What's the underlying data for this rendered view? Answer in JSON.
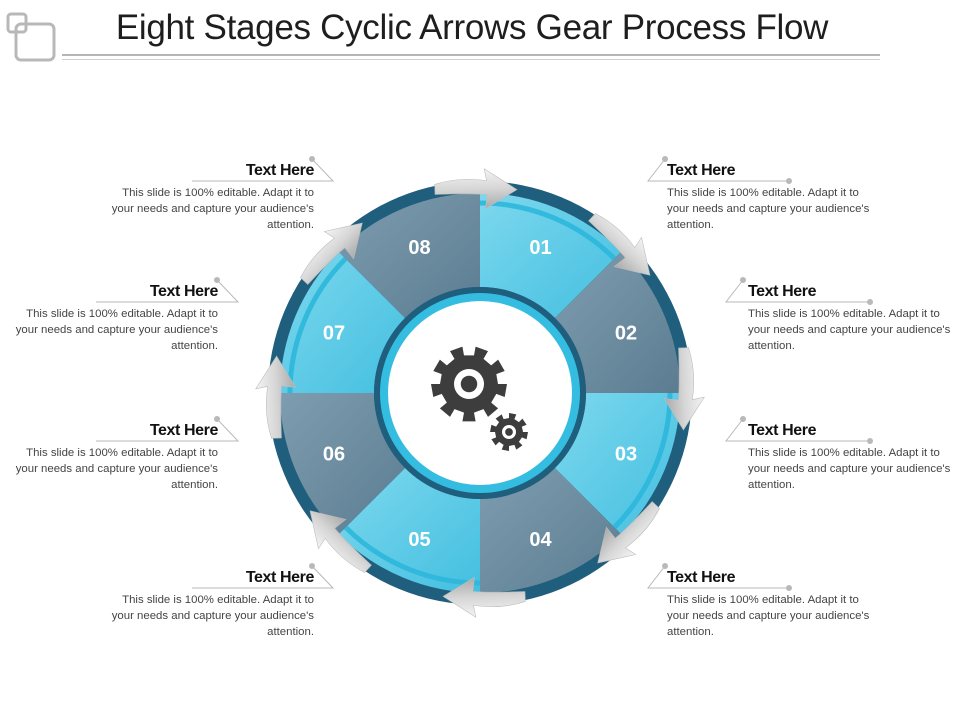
{
  "title": "Eight Stages Cyclic Arrows Gear Process Flow",
  "colors": {
    "light_segment": "#5ccbe6",
    "dark_segment": "#6d8fa3",
    "outer_ring": "#1f5f7d",
    "accent_ring": "#2cb7dc",
    "gear": "#3d3d3d",
    "arrow": "#d2d2d2"
  },
  "icons": [
    "corner-squares-icon",
    "gear-icon"
  ],
  "stages": [
    {
      "number": "01",
      "heading": "Text Here",
      "text": "This slide is 100% editable. Adapt it to your needs and capture your audience's attention."
    },
    {
      "number": "02",
      "heading": "Text Here",
      "text": "This slide is 100% editable. Adapt it to your needs and capture your audience's attention."
    },
    {
      "number": "03",
      "heading": "Text Here",
      "text": "This slide is 100% editable. Adapt it to your needs and capture your audience's attention."
    },
    {
      "number": "04",
      "heading": "Text Here",
      "text": "This slide is 100% editable. Adapt it to your needs and capture your audience's attention."
    },
    {
      "number": "05",
      "heading": "Text Here",
      "text": "This slide is 100% editable. Adapt it to your needs and capture your audience's attention."
    },
    {
      "number": "06",
      "heading": "Text Here",
      "text": "This slide is 100% editable. Adapt it to your needs and capture your audience's attention."
    },
    {
      "number": "07",
      "heading": "Text Here",
      "text": "This slide is 100% editable. Adapt it to your needs and capture your audience's attention."
    },
    {
      "number": "08",
      "heading": "Text Here",
      "text": "This slide is 100% editable. Adapt it to your needs and capture your audience's attention."
    }
  ]
}
